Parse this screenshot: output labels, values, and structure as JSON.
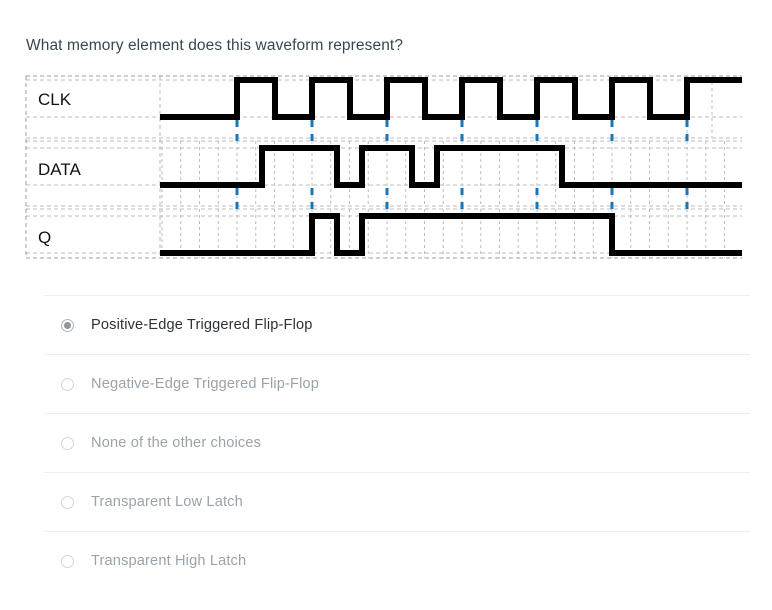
{
  "question": {
    "text": "What memory element does this waveform represent?"
  },
  "waveform": {
    "signals": [
      {
        "name": "CLK",
        "label": "CLK"
      },
      {
        "name": "DATA",
        "label": "DATA"
      },
      {
        "name": "Q",
        "label": "Q"
      }
    ],
    "colors": {
      "trace": "#000000",
      "grid": "#bdbdbd",
      "marker": "#1976b8",
      "border": "#9e9e9e"
    },
    "marker_note": "dashed vertical markers at clock rising edges"
  },
  "chart_data": {
    "type": "line",
    "title": "",
    "xlabel": "",
    "ylabel": "",
    "x": [
      160,
      237,
      262,
      312,
      337,
      362,
      387,
      412,
      437,
      462,
      537,
      562,
      612,
      687,
      742
    ],
    "series": [
      {
        "name": "CLK",
        "transitions": [
          {
            "x": 160,
            "level": 0
          },
          {
            "x": 237,
            "level": 1
          },
          {
            "x": 275,
            "level": 0
          },
          {
            "x": 312,
            "level": 1
          },
          {
            "x": 350,
            "level": 0
          },
          {
            "x": 387,
            "level": 1
          },
          {
            "x": 425,
            "level": 0
          },
          {
            "x": 462,
            "level": 1
          },
          {
            "x": 500,
            "level": 0
          },
          {
            "x": 537,
            "level": 1
          },
          {
            "x": 575,
            "level": 0
          },
          {
            "x": 612,
            "level": 1
          },
          {
            "x": 650,
            "level": 0
          },
          {
            "x": 687,
            "level": 1
          },
          {
            "x": 742,
            "level": 1
          }
        ]
      },
      {
        "name": "DATA",
        "transitions": [
          {
            "x": 160,
            "level": 0
          },
          {
            "x": 262,
            "level": 1
          },
          {
            "x": 337,
            "level": 0
          },
          {
            "x": 362,
            "level": 1
          },
          {
            "x": 412,
            "level": 0
          },
          {
            "x": 437,
            "level": 1
          },
          {
            "x": 562,
            "level": 0
          },
          {
            "x": 742,
            "level": 0
          }
        ]
      },
      {
        "name": "Q",
        "transitions": [
          {
            "x": 160,
            "level": 0
          },
          {
            "x": 312,
            "level": 1
          },
          {
            "x": 337,
            "level": 0
          },
          {
            "x": 362,
            "level": 1
          },
          {
            "x": 612,
            "level": 0
          },
          {
            "x": 742,
            "level": 0
          }
        ]
      }
    ],
    "markers": [
      237,
      312,
      387,
      462,
      537,
      612,
      687
    ],
    "grid": true,
    "legend": "none"
  },
  "options": [
    {
      "label": "Positive-Edge Triggered Flip-Flop",
      "selected": true
    },
    {
      "label": "Negative-Edge Triggered Flip-Flop",
      "selected": false
    },
    {
      "label": "None of the other choices",
      "selected": false
    },
    {
      "label": "Transparent Low Latch",
      "selected": false
    },
    {
      "label": "Transparent High Latch",
      "selected": false
    }
  ]
}
